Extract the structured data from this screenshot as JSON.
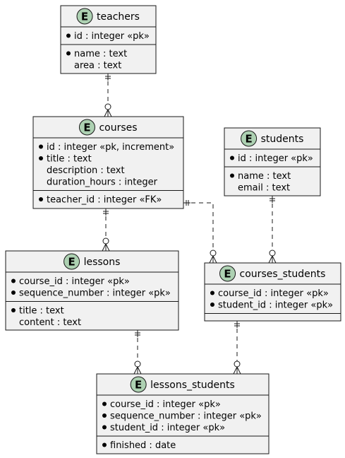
{
  "entities": {
    "teachers": {
      "badge": "E",
      "name": "teachers",
      "keys": [
        {
          "bullet": true,
          "text": "id : integer «pk»"
        }
      ],
      "attrs": [
        {
          "bullet": true,
          "text": "name : text"
        },
        {
          "bullet": false,
          "text": "area : text"
        }
      ]
    },
    "courses": {
      "badge": "E",
      "name": "courses",
      "keys": [
        {
          "bullet": true,
          "text": "id : integer «pk, increment»"
        },
        {
          "bullet": true,
          "text": "title : text"
        },
        {
          "bullet": false,
          "text": "description : text"
        },
        {
          "bullet": false,
          "text": "duration_hours : integer"
        }
      ],
      "attrs": [
        {
          "bullet": true,
          "text": "teacher_id : integer «FK»"
        }
      ]
    },
    "students": {
      "badge": "E",
      "name": "students",
      "keys": [
        {
          "bullet": true,
          "text": "id : integer «pk»"
        }
      ],
      "attrs": [
        {
          "bullet": true,
          "text": "name : text"
        },
        {
          "bullet": false,
          "text": "email : text"
        }
      ]
    },
    "lessons": {
      "badge": "E",
      "name": "lessons",
      "keys": [
        {
          "bullet": true,
          "text": "course_id : integer «pk»"
        },
        {
          "bullet": true,
          "text": "sequence_number : integer «pk»"
        }
      ],
      "attrs": [
        {
          "bullet": true,
          "text": "title : text"
        },
        {
          "bullet": false,
          "text": "content : text"
        }
      ]
    },
    "courses_students": {
      "badge": "E",
      "name": "courses_students",
      "keys": [
        {
          "bullet": true,
          "text": "course_id : integer «pk»"
        },
        {
          "bullet": true,
          "text": "student_id : integer «pk»"
        }
      ],
      "attrs": []
    },
    "lessons_students": {
      "badge": "E",
      "name": "lessons_students",
      "keys": [
        {
          "bullet": true,
          "text": "course_id : integer «pk»"
        },
        {
          "bullet": true,
          "text": "sequence_number : integer «pk»"
        },
        {
          "bullet": true,
          "text": "student_id : integer «pk»"
        }
      ],
      "attrs": [
        {
          "bullet": true,
          "text": "finished : date"
        }
      ]
    }
  },
  "relationships": [
    {
      "from": "teachers",
      "to": "courses",
      "from_cardinality": "exactly-one",
      "to_cardinality": "zero-or-many"
    },
    {
      "from": "courses",
      "to": "lessons",
      "from_cardinality": "exactly-one",
      "to_cardinality": "zero-or-many"
    },
    {
      "from": "courses",
      "to": "courses_students",
      "from_cardinality": "exactly-one",
      "to_cardinality": "zero-or-many"
    },
    {
      "from": "students",
      "to": "courses_students",
      "from_cardinality": "exactly-one",
      "to_cardinality": "zero-or-many"
    },
    {
      "from": "lessons",
      "to": "lessons_students",
      "from_cardinality": "exactly-one",
      "to_cardinality": "zero-or-many"
    },
    {
      "from": "courses_students",
      "to": "lessons_students",
      "from_cardinality": "exactly-one",
      "to_cardinality": "zero-or-many"
    }
  ],
  "colors": {
    "entity_fill": "#f1f1f1",
    "badge_fill": "#ADD1B2",
    "line": "#181818"
  },
  "icons": {
    "entity_badge": "entity-badge-icon"
  }
}
